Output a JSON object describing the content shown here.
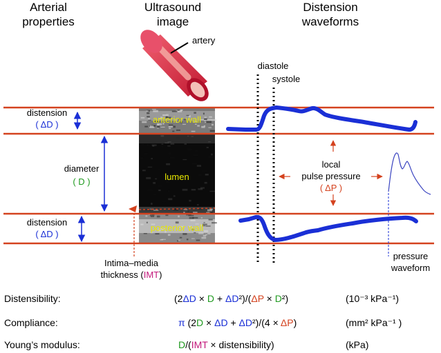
{
  "headers": {
    "col1_line1": "Arterial",
    "col1_line2": "properties",
    "col2_line1": "Ultrasound",
    "col2_line2": "image",
    "col3_line1": "Distension",
    "col3_line2": "waveforms"
  },
  "labels": {
    "artery": "artery",
    "diastole": "diastole",
    "systole": "systole",
    "distension_top": "distension",
    "distension_top_symbol": "( ΔD )",
    "diameter": "diameter",
    "diameter_symbol": "( D )",
    "distension_bottom": "distension",
    "distension_bottom_symbol": "( ΔD )",
    "anterior_wall": "anterior wall",
    "lumen": "lumen",
    "posterior_wall": "posterior wall",
    "local": "local",
    "pulse_pressure": "pulse pressure",
    "pulse_pressure_symbol": "( ΔP )",
    "imt_line1": "Intima–media",
    "imt_line2_prefix": "thickness (",
    "imt_line2_abbr": "IMT",
    "imt_line2_suffix": ")",
    "pressure_line1": "pressure",
    "pressure_line2": "waveform"
  },
  "formulas": {
    "distensibility": {
      "name": "Distensibility:",
      "unit": "(10⁻³ kPa⁻¹)"
    },
    "compliance": {
      "name": "Compliance:",
      "unit": "(mm² kPa⁻¹ )"
    },
    "youngs": {
      "name": "Young’s modulus:",
      "unit": "(kPa)"
    }
  },
  "colors": {
    "red_lines": "#d4421e",
    "blue": "#1a2fd6",
    "green": "#1f9a1f",
    "magenta": "#c2177a",
    "ultrasound_text": "#e8e800"
  }
}
